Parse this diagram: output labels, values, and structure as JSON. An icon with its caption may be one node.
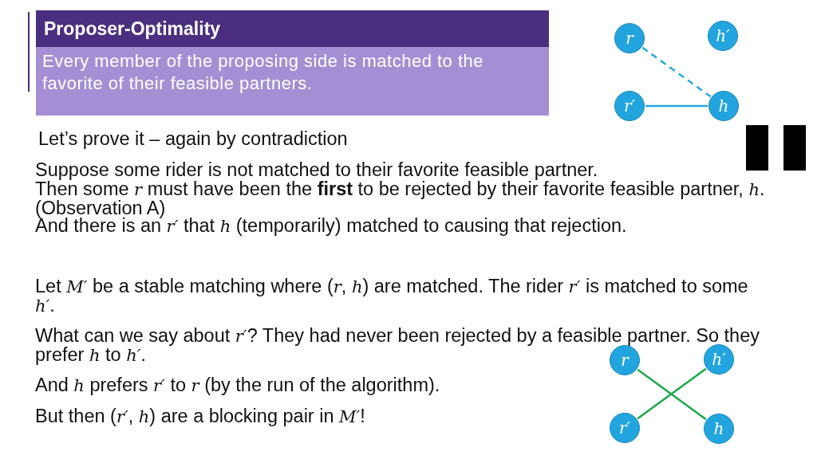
{
  "diagram": {
    "nodes": [
      {
        "text": [
          "Proposer-Optimality",
          "Every member of the proposing side is matched to the favorite of their feasible partners."
        ]
      },
      {
        "text": [
          "r"
        ]
      },
      {
        "text": [
          "h′"
        ]
      },
      {
        "text": [
          "r′"
        ]
      },
      {
        "text": [
          "h"
        ]
      },
      {
        "text": [
          "r"
        ]
      },
      {
        "text": [
          "h′"
        ]
      },
      {
        "text": [
          "r′"
        ]
      },
      {
        "text": [
          "h"
        ]
      }
    ],
    "edges": [
      {
        "from": 1,
        "to": 4,
        "arrow": "none",
        "style": "dashed",
        "color": "#29a8e0"
      },
      {
        "from": 3,
        "to": 4,
        "arrow": "none",
        "color": "#29a8e0"
      },
      {
        "from": 5,
        "to": 8,
        "arrow": "none",
        "color": "#1aa84a"
      },
      {
        "from": 7,
        "to": 6,
        "arrow": "none",
        "color": "#1aa84a"
      }
    ],
    "labels": [
      "Let’s prove it – again by contradiction",
      "Suppose some rider is not matched to their favorite feasible partner.",
      "Then some *r* must have been the **first** to be rejected by their favorite feasible partner, *h*. (Observation A)",
      "And there is an *r′* that *h* (temporarily) matched to causing that rejection.",
      "Let *M′* be a stable matching where (*r*, *h*) are matched. The rider *r′* is matched to some *h′*.",
      "What can we say about *r′*? They had never been rejected by a feasible partner. So they prefer *h* to *h′*.",
      "And *h* prefers *r′* to *r* (by the run of the algorithm).",
      "But then (*r′*, *h*) are a blocking pair in *M′*!"
    ]
  }
}
